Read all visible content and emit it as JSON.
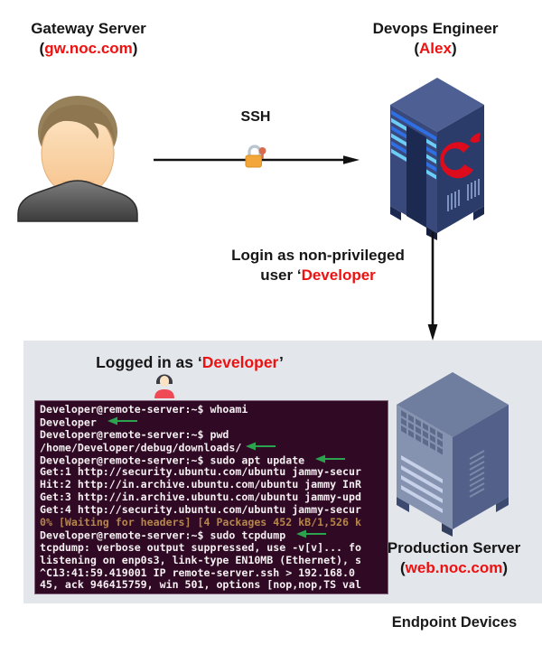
{
  "colors": {
    "accent_red": "#ee1111",
    "canvas_bg": "#ffffff",
    "panel_bg": "#e3e6ea",
    "terminal_bg": "#300a24",
    "terminal_text": "#f5f0f2",
    "terminal_warn_text": "#b5854b",
    "arrow_green": "#2aa24e",
    "arrow_black": "#111111",
    "server_navy": "#2b3c6b",
    "server_slate": "#8593b1"
  },
  "nodes": {
    "gateway": {
      "title": "Gateway Server",
      "paren_open": "(",
      "host": "gw.noc.com",
      "paren_close": ")"
    },
    "devops": {
      "title": "Devops Engineer",
      "paren_open": "(",
      "name": "Alex",
      "paren_close": ")"
    },
    "production": {
      "title": "Production Server",
      "paren_open": "(",
      "host": "web.noc.com",
      "paren_close": ")"
    },
    "endpoint": {
      "label": "Endpoint Devices"
    }
  },
  "connections": {
    "ssh_label": "SSH",
    "login_line1": "Login as non-privileged",
    "login_user_prefix": "user ‘",
    "login_user": "Developer"
  },
  "panel": {
    "logged_prefix": "Logged in as ‘",
    "logged_user": "Developer",
    "logged_suffix": "’"
  },
  "icons": {
    "lock": "lock-with-key-icon",
    "gateway_user": "user-avatar-icon",
    "mini_user": "developer-person-icon",
    "devops_server": "server-tower-icon",
    "production_server": "server-tower-icon"
  },
  "terminal": {
    "lines": [
      {
        "text": "Developer@remote-server:~$ whoami"
      },
      {
        "text": "Developer ",
        "arrow": true
      },
      {
        "text": "Developer@remote-server:~$ pwd"
      },
      {
        "text": "/home/Developer/debug/downloads/",
        "arrow": true
      },
      {
        "text": "Developer@remote-server:~$ sudo apt update ",
        "arrow": true
      },
      {
        "text": "Get:1 http://security.ubuntu.com/ubuntu jammy-secur"
      },
      {
        "text": "Hit:2 http://in.archive.ubuntu.com/ubuntu jammy InR"
      },
      {
        "text": "Get:3 http://in.archive.ubuntu.com/ubuntu jammy-upd"
      },
      {
        "text": "Get:4 http://security.ubuntu.com/ubuntu jammy-secur"
      },
      {
        "text": "0% [Waiting for headers] [4 Packages 452 kB/1,526 k",
        "warn": true
      },
      {
        "text": "Developer@remote-server:~$ sudo tcpdump ",
        "arrow": true
      },
      {
        "text": "tcpdump: verbose output suppressed, use -v[v]... fo"
      },
      {
        "text": "listening on enp0s3, link-type EN10MB (Ethernet), s"
      },
      {
        "text": "^C13:41:59.419001 IP remote-server.ssh > 192.168.0"
      },
      {
        "text": "45, ack 946415759, win 501, options [nop,nop,TS val"
      }
    ]
  }
}
